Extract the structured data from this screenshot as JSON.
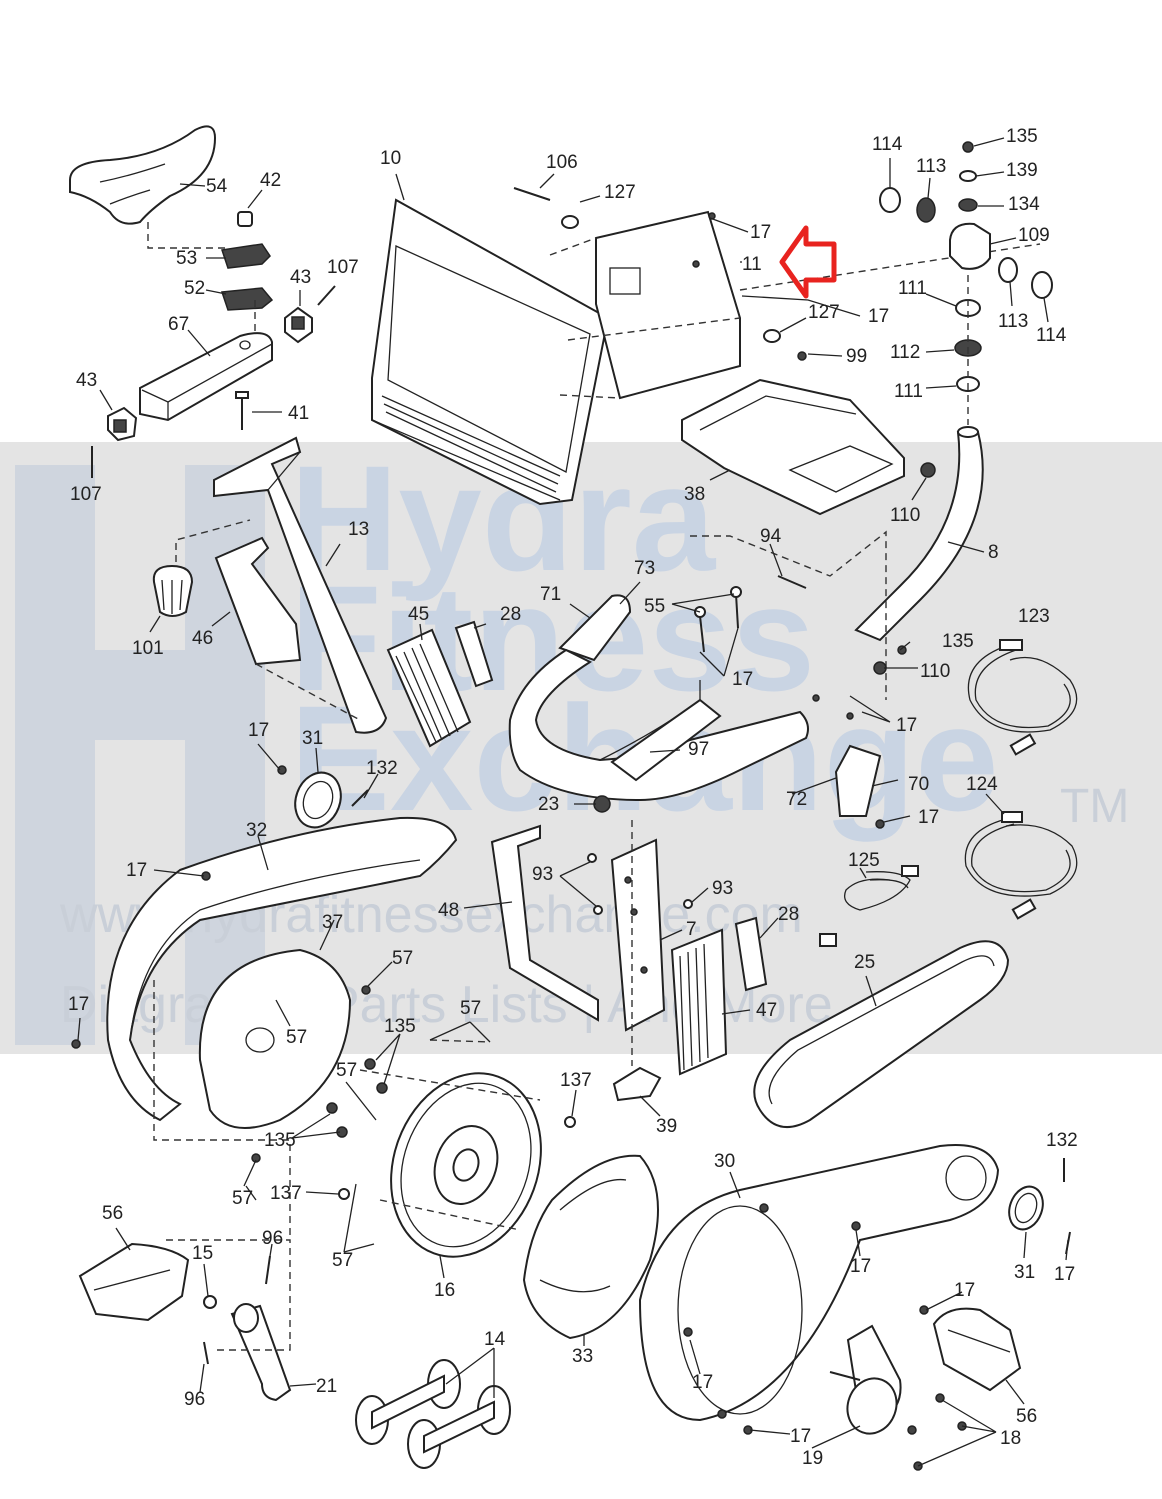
{
  "watermark": {
    "line1": "Hydra",
    "line2": "Fitness",
    "line3": "Exchange",
    "trademark": "TM",
    "url": "www.hydrafitnessexchange.com",
    "tagline": "Diagrams | Parts Lists | And More"
  },
  "colors": {
    "arrow": "#e8231f",
    "watermark_band": "#e4e4e4",
    "watermark_text": "#c9d4e3",
    "line": "#222222"
  },
  "labels": [
    {
      "id": "l-54",
      "text": "54"
    },
    {
      "id": "l-42",
      "text": "42"
    },
    {
      "id": "l-53",
      "text": "53"
    },
    {
      "id": "l-52",
      "text": "52"
    },
    {
      "id": "l-43a",
      "text": "43"
    },
    {
      "id": "l-107a",
      "text": "107"
    },
    {
      "id": "l-67",
      "text": "67"
    },
    {
      "id": "l-43b",
      "text": "43"
    },
    {
      "id": "l-41",
      "text": "41"
    },
    {
      "id": "l-107b",
      "text": "107"
    },
    {
      "id": "l-10",
      "text": "10"
    },
    {
      "id": "l-106",
      "text": "106"
    },
    {
      "id": "l-127a",
      "text": "127"
    },
    {
      "id": "l-17a",
      "text": "17"
    },
    {
      "id": "l-11",
      "text": "11"
    },
    {
      "id": "l-127b",
      "text": "127"
    },
    {
      "id": "l-17b",
      "text": "17"
    },
    {
      "id": "l-99",
      "text": "99"
    },
    {
      "id": "l-114a",
      "text": "114"
    },
    {
      "id": "l-113a",
      "text": "113"
    },
    {
      "id": "l-135a",
      "text": "135"
    },
    {
      "id": "l-139",
      "text": "139"
    },
    {
      "id": "l-134",
      "text": "134"
    },
    {
      "id": "l-109",
      "text": "109"
    },
    {
      "id": "l-111a",
      "text": "111"
    },
    {
      "id": "l-113b",
      "text": "113"
    },
    {
      "id": "l-114b",
      "text": "114"
    },
    {
      "id": "l-112",
      "text": "112"
    },
    {
      "id": "l-111b",
      "text": "111"
    },
    {
      "id": "l-38",
      "text": "38"
    },
    {
      "id": "l-110a",
      "text": "110"
    },
    {
      "id": "l-8",
      "text": "8"
    },
    {
      "id": "l-13",
      "text": "13"
    },
    {
      "id": "l-101",
      "text": "101"
    },
    {
      "id": "l-46",
      "text": "46"
    },
    {
      "id": "l-45",
      "text": "45"
    },
    {
      "id": "l-28a",
      "text": "28"
    },
    {
      "id": "l-71",
      "text": "71"
    },
    {
      "id": "l-73",
      "text": "73"
    },
    {
      "id": "l-55",
      "text": "55"
    },
    {
      "id": "l-94",
      "text": "94"
    },
    {
      "id": "l-17c",
      "text": "17"
    },
    {
      "id": "l-135b",
      "text": "135"
    },
    {
      "id": "l-110b",
      "text": "110"
    },
    {
      "id": "l-17d",
      "text": "17"
    },
    {
      "id": "l-123",
      "text": "123"
    },
    {
      "id": "l-17e",
      "text": "17"
    },
    {
      "id": "l-31a",
      "text": "31"
    },
    {
      "id": "l-132a",
      "text": "132"
    },
    {
      "id": "l-97",
      "text": "97"
    },
    {
      "id": "l-72",
      "text": "72"
    },
    {
      "id": "l-70",
      "text": "70"
    },
    {
      "id": "l-17f",
      "text": "17"
    },
    {
      "id": "l-124",
      "text": "124"
    },
    {
      "id": "l-32",
      "text": "32"
    },
    {
      "id": "l-23",
      "text": "23"
    },
    {
      "id": "l-17g",
      "text": "17"
    },
    {
      "id": "l-93a",
      "text": "93"
    },
    {
      "id": "l-93b",
      "text": "93"
    },
    {
      "id": "l-125",
      "text": "125"
    },
    {
      "id": "l-37",
      "text": "37"
    },
    {
      "id": "l-48",
      "text": "48"
    },
    {
      "id": "l-7",
      "text": "7"
    },
    {
      "id": "l-28b",
      "text": "28"
    },
    {
      "id": "l-57a",
      "text": "57"
    },
    {
      "id": "l-25",
      "text": "25"
    },
    {
      "id": "l-17h",
      "text": "17"
    },
    {
      "id": "l-57b",
      "text": "57"
    },
    {
      "id": "l-47",
      "text": "47"
    },
    {
      "id": "l-135c",
      "text": "135"
    },
    {
      "id": "l-57c",
      "text": "57"
    },
    {
      "id": "l-57d",
      "text": "57"
    },
    {
      "id": "l-137a",
      "text": "137"
    },
    {
      "id": "l-39",
      "text": "39"
    },
    {
      "id": "l-135d",
      "text": "135"
    },
    {
      "id": "l-57e",
      "text": "57"
    },
    {
      "id": "l-137b",
      "text": "137"
    },
    {
      "id": "l-30",
      "text": "30"
    },
    {
      "id": "l-132b",
      "text": "132"
    },
    {
      "id": "l-56a",
      "text": "56"
    },
    {
      "id": "l-15",
      "text": "15"
    },
    {
      "id": "l-96a",
      "text": "96"
    },
    {
      "id": "l-57f",
      "text": "57"
    },
    {
      "id": "l-16",
      "text": "16"
    },
    {
      "id": "l-17i",
      "text": "17"
    },
    {
      "id": "l-31b",
      "text": "31"
    },
    {
      "id": "l-17j",
      "text": "17"
    },
    {
      "id": "l-96b",
      "text": "96"
    },
    {
      "id": "l-21",
      "text": "21"
    },
    {
      "id": "l-14",
      "text": "14"
    },
    {
      "id": "l-33",
      "text": "33"
    },
    {
      "id": "l-17k",
      "text": "17"
    },
    {
      "id": "l-17l",
      "text": "17"
    },
    {
      "id": "l-56b",
      "text": "56"
    },
    {
      "id": "l-17m",
      "text": "17"
    },
    {
      "id": "l-18",
      "text": "18"
    },
    {
      "id": "l-19",
      "text": "19"
    }
  ]
}
